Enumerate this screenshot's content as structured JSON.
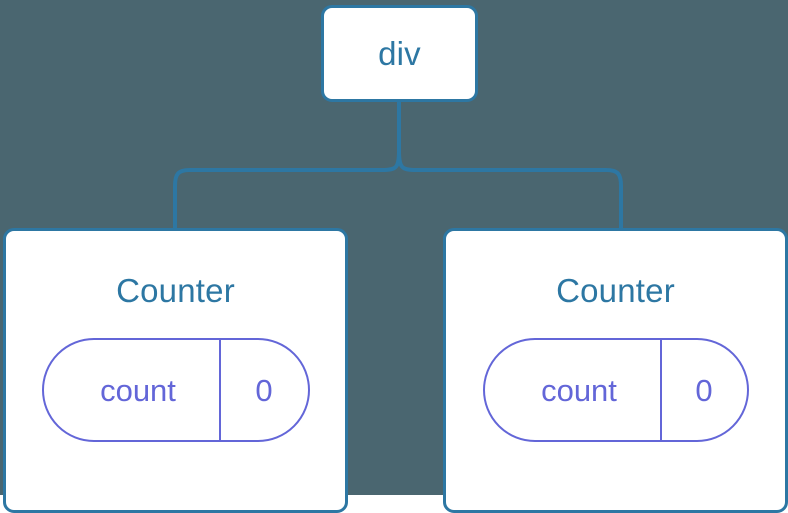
{
  "diagram": {
    "type": "component-tree",
    "background_color": "#4a6670",
    "node_border_color": "#2d77a3",
    "node_text_color": "#2d77a3",
    "state_accent_color": "#6366d8",
    "connector_color": "#2d77a3",
    "root": {
      "label": "div"
    },
    "children": [
      {
        "label": "Counter",
        "state": {
          "key": "count",
          "value": "0"
        }
      },
      {
        "label": "Counter",
        "state": {
          "key": "count",
          "value": "0"
        }
      }
    ]
  }
}
